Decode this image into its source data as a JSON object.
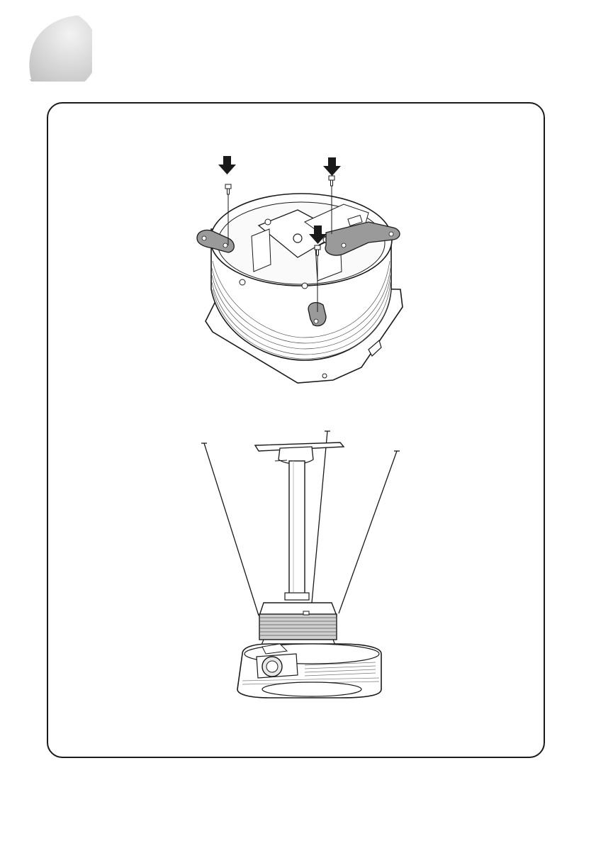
{
  "page": {
    "background": "#ffffff",
    "accent_gray": "#d0d0d0",
    "line_color": "#1a1a1a"
  },
  "figures": [
    {
      "id": "figure-bracket-attachment",
      "arrow_count": 3,
      "screw_count": 3,
      "bracket_count": 3
    },
    {
      "id": "figure-ceiling-mount-installation",
      "safety_wire_count": 3
    }
  ],
  "icons": [
    "down-arrow-icon",
    "screw-icon",
    "mount-bracket-icon",
    "projector-icon"
  ]
}
